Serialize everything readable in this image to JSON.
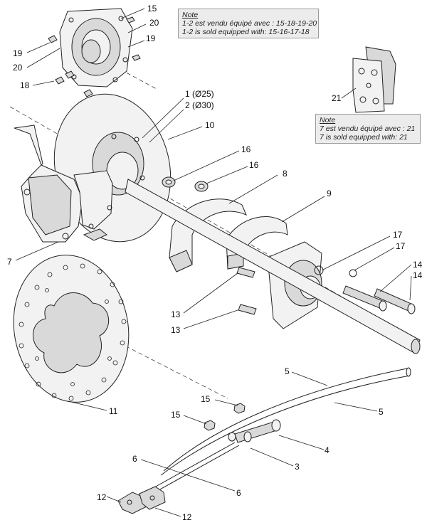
{
  "notes": {
    "top": {
      "title": "Note",
      "line_fr": "1-2 est vendu équipé avec : 15-18-19-20",
      "line_en": "1-2 is sold equipped with: 15-16-17-18"
    },
    "right": {
      "title": "Note",
      "line_fr": "7 est vendu équipé avec : 21",
      "line_en": "7 is sold equipped with: 21"
    }
  },
  "callouts": {
    "c15_top": "15",
    "c20_right": "20",
    "c19_right": "19",
    "c19_left": "19",
    "c20_left": "20",
    "c18": "18",
    "c1": "1 (Ø25)",
    "c2": "2 (Ø30)",
    "c10": "10",
    "c21": "21",
    "c16a": "16",
    "c16b": "16",
    "c8": "8",
    "c9": "9",
    "c7": "7",
    "c17a": "17",
    "c17b": "17",
    "c14a": "14",
    "c14b": "14",
    "c13a": "13",
    "c13b": "13",
    "c11": "11",
    "c5a": "5",
    "c5b": "5",
    "c15a": "15",
    "c15b": "15",
    "c4": "4",
    "c3": "3",
    "c6a": "6",
    "c6b": "6",
    "c12a": "12",
    "c12b": "12"
  }
}
